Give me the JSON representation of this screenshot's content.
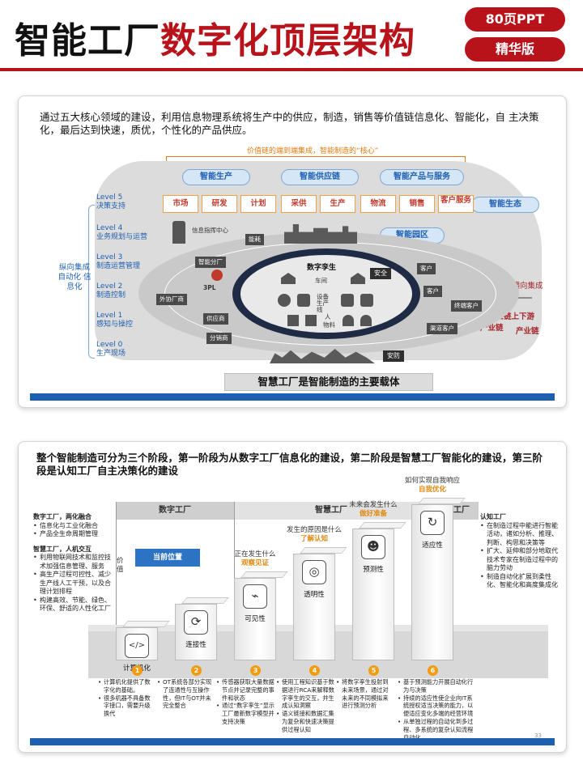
{
  "header": {
    "title_black": "智能工厂",
    "title_red": "数字化顶层架构",
    "badge_top": "80页PPT",
    "badge_bottom": "精华版"
  },
  "slide1": {
    "intro": "通过五大核心领域的建设，利用信息物理系统将生产中的供应，制造，销售等价值链信息化、智能化，自 主决策化，最后达到快速，质优，个性化的产品供应。",
    "value_chain_caption": "价值链的端到端集成，智能制造的“核心”",
    "domains": [
      "智能生产",
      "智能供应链",
      "智能产品与服务",
      "智能生态",
      "智能园区"
    ],
    "chain_boxes": [
      "市场",
      "研发",
      "计划",
      "采供",
      "生产",
      "物流",
      "销售",
      "客户服务"
    ],
    "levels": [
      {
        "code": "Level 5",
        "name": "决策支持"
      },
      {
        "code": "Level 4",
        "name": "业务规划与运营"
      },
      {
        "code": "Level 3",
        "name": "制造运营管理"
      },
      {
        "code": "Level 2",
        "name": "制造控制"
      },
      {
        "code": "Level 1",
        "name": "感知与操控"
      },
      {
        "code": "Level 0",
        "name": "生产现场"
      }
    ],
    "vertical_integration": "纵向集成 自动化 信息化",
    "horizontal_integration": "价值网络的横向集成",
    "chain_labels": [
      "产业链上下游",
      "产业链",
      "产业链"
    ],
    "site_labels": {
      "info_center": "信息指挥中心",
      "energy": "能耗",
      "digital_twin": "数字孪生",
      "workshop": "车间",
      "equipment": "设备 生产线",
      "people": "人",
      "material": "物料",
      "security": "安全",
      "safety": "安防",
      "smart_sub": "智能分厂",
      "three_pl": "3PL",
      "outsourcing": "外协厂商",
      "supplier": "供应商",
      "customer": "客户",
      "customer2": "客户",
      "end_customer": "终端客户",
      "channel_customer": "渠道客户",
      "reseller": "分销商"
    },
    "banner": "智慧工厂是智能制造的主要载体"
  },
  "slide2": {
    "intro": "整个智能制造可分为三个阶段，第一阶段为从数字工厂信息化的建设，第二阶段是智慧工厂智能化的建设，第三阶段是认知工厂自主决策化的建设",
    "stages": [
      "数字工厂",
      "智慧工厂",
      "认知工厂"
    ],
    "left_notes": [
      {
        "head": "数字工厂，两化融合",
        "items": [
          "信息化与工业化融合",
          "产品全生命周期管理"
        ]
      },
      {
        "head": "智慧工厂，人机交互",
        "items": [
          "利用物联网技术和监控技术加强信息管理、服务",
          "高生产过程可控性、减少生产线人工干预，以及合理计划排程",
          "构建高效、节能、绿色、环保、舒适的人性化工厂"
        ]
      }
    ],
    "right_notes": {
      "head": "认知工厂",
      "items": [
        "在制造过程中能进行智能活动，诸如分析、推理、判断、构思和决策等",
        "扩大、延伸和部分地取代技术专家在制造过程中的脑力劳动",
        "制造自动化扩展到柔性化、智能化和高度集成化"
      ]
    },
    "value_label": "价值",
    "current_position": "当前位置",
    "steps": [
      {
        "num": "1",
        "label": "计算机化",
        "icon_name": "code-window-icon",
        "glyph": "</>",
        "question": "",
        "answer": "",
        "level": 0.1,
        "desc": [
          "计算机化提供了数字化的基础。",
          "很多机器不具备数字接口，需要升级换代"
        ]
      },
      {
        "num": "2",
        "label": "连接性",
        "icon_name": "connection-icon",
        "glyph": "⟳",
        "question": "",
        "answer": "",
        "level": 0.25,
        "desc": [
          "OT系统各部分实现了连通性与互操作性，但IT与OT并未完全整合"
        ]
      },
      {
        "num": "3",
        "label": "可见性",
        "icon_name": "monitor-chart-icon",
        "glyph": "⌁",
        "question": "正在发生什么",
        "answer": "观察见证",
        "level": 0.42,
        "desc": [
          "传感器获取大量数据节点并记录完整的事件和状态",
          "通过“数字孪生”显示工厂最新数字模型并支持决策"
        ]
      },
      {
        "num": "4",
        "label": "透明性",
        "icon_name": "target-gear-icon",
        "glyph": "◎",
        "question": "发生的原因是什么",
        "answer": "了解认知",
        "level": 0.58,
        "desc": [
          "使用工程知识基于数据进行RCA来解释数字孪生的交互，并生成认知洞察",
          "语义链接和数据汇集为复杂和快速决策提供过程认知"
        ]
      },
      {
        "num": "5",
        "label": "预测性",
        "icon_name": "brain-head-icon",
        "glyph": "☻",
        "question": "未来会发生什么",
        "answer": "做好准备",
        "level": 0.74,
        "desc": [
          "将数字孪生投射到未来场景，通过对未来的不同模拟来进行预测分析"
        ]
      },
      {
        "num": "6",
        "label": "适应性",
        "icon_name": "cycle-arrows-icon",
        "glyph": "↻",
        "question": "如何实现自我响应",
        "answer": "自我优化",
        "level": 0.9,
        "desc": [
          "基于预测能力开展自动化行为与决策",
          "持续的适应性使企业向IT系统授权适当决策的能力，以便适应变化多端的经营环境",
          "从单独过程的自动化到多过程、多系统的复杂认知流程自动化"
        ]
      }
    ]
  }
}
